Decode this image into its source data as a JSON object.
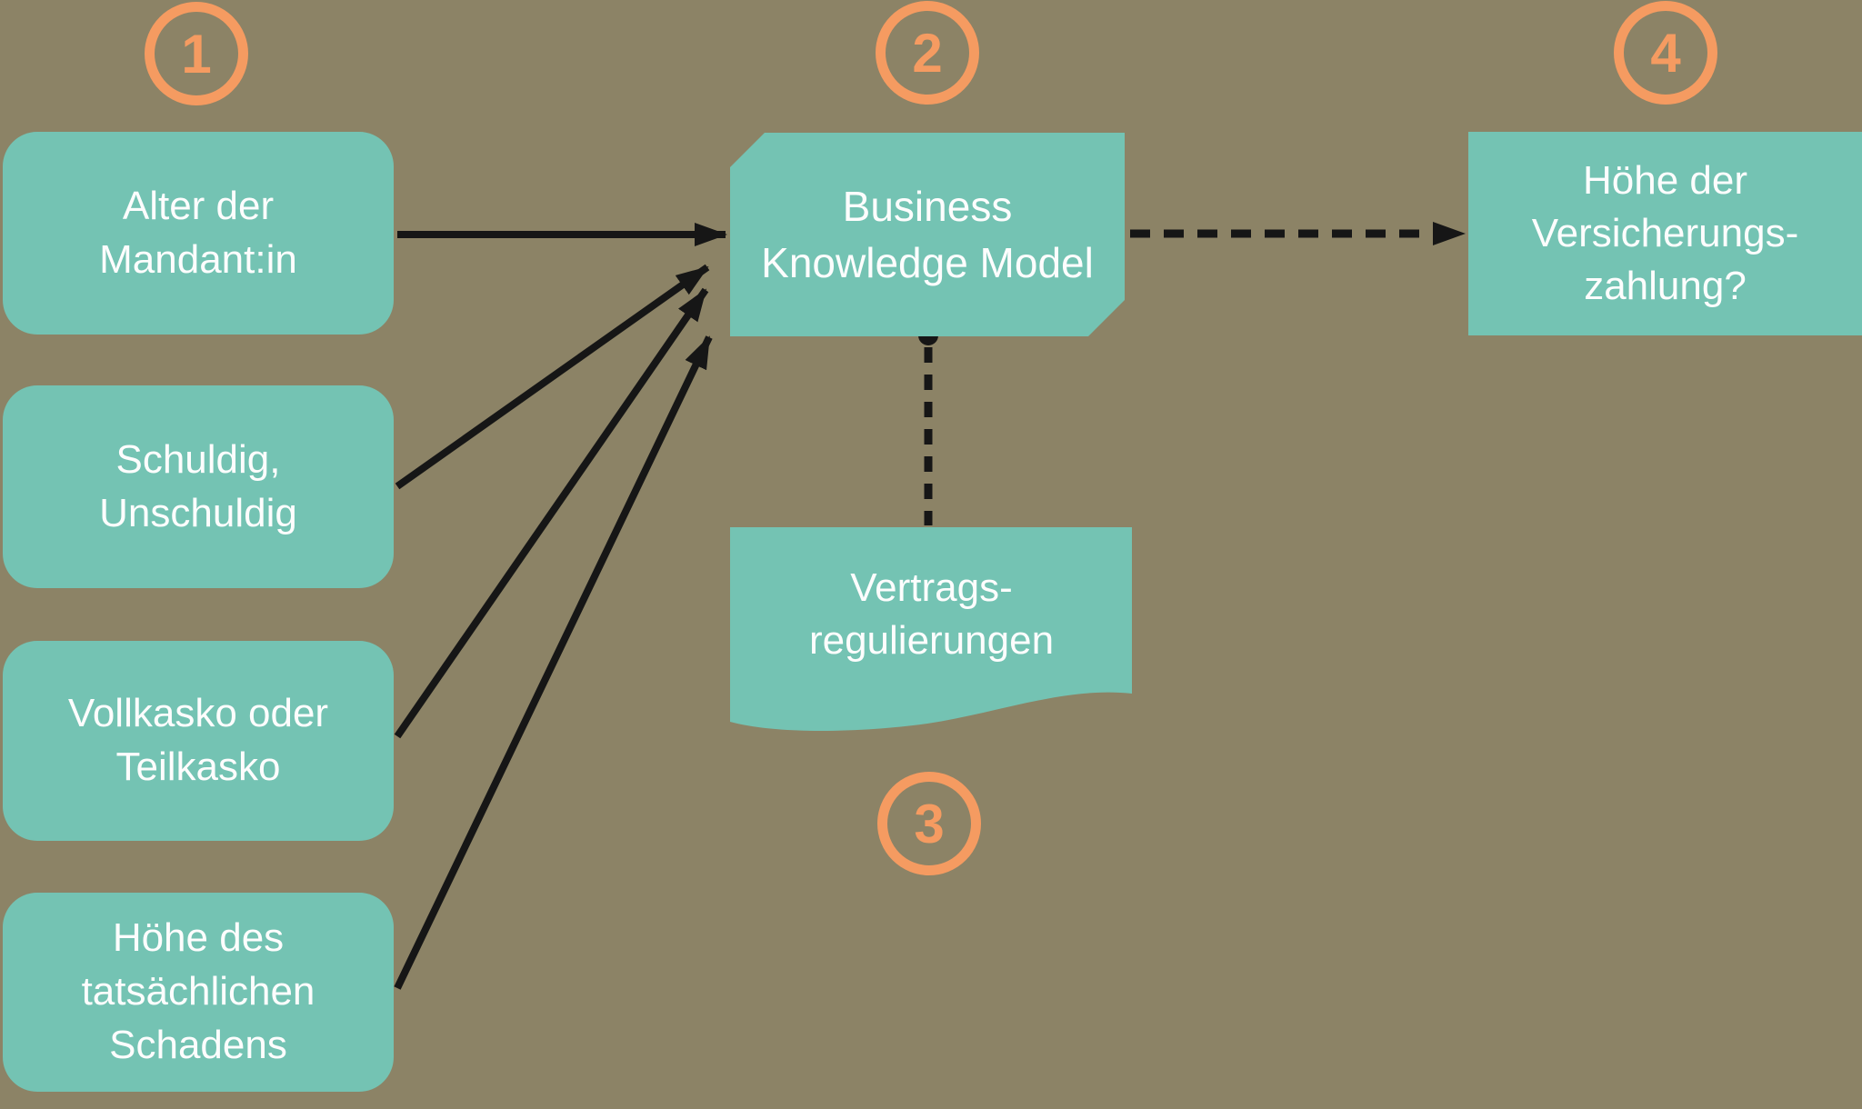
{
  "diagram": {
    "title": "DMN decision diagram (insurance payout)",
    "colors": {
      "background": "#8C8366",
      "node_fill": "#74C3B3",
      "node_text": "#FDFDFD",
      "connector": "#161616",
      "step_badge": "#F59B61"
    },
    "step_badges": [
      {
        "number": "1"
      },
      {
        "number": "2"
      },
      {
        "number": "3"
      },
      {
        "number": "4"
      }
    ],
    "nodes": {
      "inputs": [
        {
          "label": "Alter der\nMandant:in"
        },
        {
          "label": "Schuldig,\nUnschuldig"
        },
        {
          "label": "Vollkasko oder\nTeilkasko"
        },
        {
          "label": "Höhe des\ntatsächlichen\nSchadens"
        }
      ],
      "bkm": {
        "label": "Business\nKnowledge Model"
      },
      "knowledge_source": {
        "label": "Vertrags-\nregulierungen"
      },
      "output": {
        "label": "Höhe der\nVersicherungs-\nzahlung?"
      }
    },
    "edges": [
      {
        "from": "Alter der Mandant:in",
        "to": "Business Knowledge Model",
        "style": "solid-arrow"
      },
      {
        "from": "Schuldig, Unschuldig",
        "to": "Business Knowledge Model",
        "style": "solid-arrow"
      },
      {
        "from": "Vollkasko oder Teilkasko",
        "to": "Business Knowledge Model",
        "style": "solid-arrow"
      },
      {
        "from": "Höhe des tatsächlichen Schadens",
        "to": "Business Knowledge Model",
        "style": "solid-arrow"
      },
      {
        "from": "Business Knowledge Model",
        "to": "Höhe der Versicherungszahlung?",
        "style": "dashed-arrow"
      },
      {
        "from": "Vertragsregulierungen",
        "to": "Business Knowledge Model",
        "style": "dashed-line-with-dot"
      }
    ]
  }
}
